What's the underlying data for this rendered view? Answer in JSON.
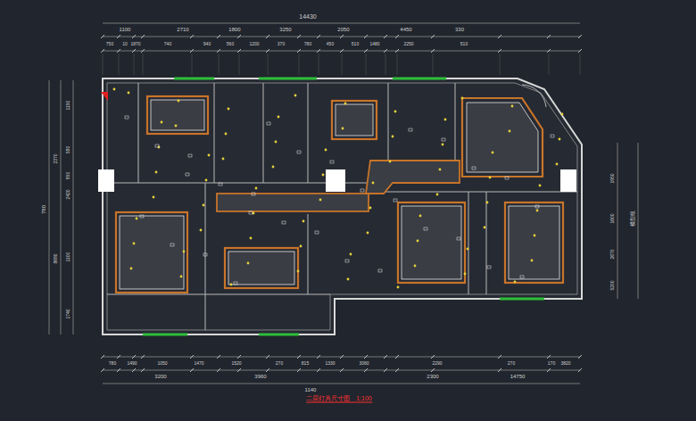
{
  "diagram": {
    "caption": "二层灯具尺寸图　1:100",
    "labels": [
      "14430",
      "1100",
      "2710",
      "1800",
      "3250",
      "2050",
      "4450",
      "330",
      "750",
      "10",
      "1870",
      "740",
      "940",
      "560",
      "1200",
      "370",
      "780",
      "450",
      "510",
      "1480",
      "2250",
      "510",
      "780",
      "1490",
      "1050",
      "1470",
      "1520",
      "270",
      "815",
      "1330",
      "3060",
      "2290",
      "270",
      "170",
      "3820",
      "3200",
      "3960",
      "2300",
      "14750",
      "1140",
      "1150",
      "580",
      "950",
      "2420",
      "1100",
      "1740",
      "2370",
      "8690",
      "780",
      "1950",
      "1600",
      "2670",
      "5200",
      "模型组"
    ]
  }
}
